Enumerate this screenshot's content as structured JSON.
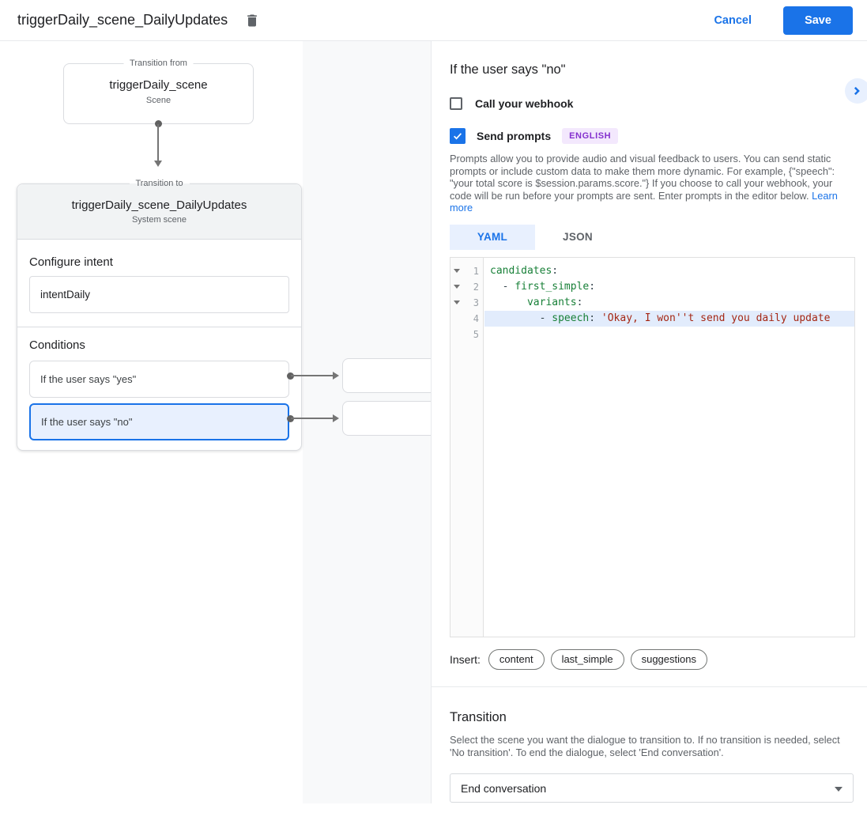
{
  "header": {
    "title": "triggerDaily_scene_DailyUpdates",
    "cancel_label": "Cancel",
    "save_label": "Save"
  },
  "canvas": {
    "from_card": {
      "legend": "Transition from",
      "title": "triggerDaily_scene",
      "subtitle": "Scene"
    },
    "to_card": {
      "legend": "Transition to",
      "title": "triggerDaily_scene_DailyUpdates",
      "subtitle": "System scene",
      "configure_intent_label": "Configure intent",
      "intent_value": "intentDaily",
      "conditions_label": "Conditions",
      "conditions": [
        {
          "label": "If the user says \"yes\"",
          "selected": false
        },
        {
          "label": "If the user says \"no\"",
          "selected": true
        }
      ]
    }
  },
  "panel": {
    "title": "If the user says \"no\"",
    "webhook_label": "Call your webhook",
    "send_prompts_label": "Send prompts",
    "language_badge": "ENGLISH",
    "description": "Prompts allow you to provide audio and visual feedback to users. You can send static prompts or include custom data to make them more dynamic. For example, {\"speech\": \"your total score is $session.params.score.\"} If you choose to call your webhook, your code will be run before your prompts are sent. Enter prompts in the editor below. ",
    "learn_more_label": "Learn more",
    "tabs": [
      {
        "label": "YAML",
        "active": true
      },
      {
        "label": "JSON",
        "active": false
      }
    ],
    "editor": {
      "lines": [
        {
          "num": "1",
          "fold": true,
          "segments": [
            {
              "t": "candidates",
              "c": "key"
            },
            {
              "t": ":",
              "c": "plain"
            }
          ]
        },
        {
          "num": "2",
          "fold": true,
          "segments": [
            {
              "t": "  - ",
              "c": "plain"
            },
            {
              "t": "first_simple",
              "c": "key"
            },
            {
              "t": ":",
              "c": "plain"
            }
          ]
        },
        {
          "num": "3",
          "fold": true,
          "segments": [
            {
              "t": "      ",
              "c": "plain"
            },
            {
              "t": "variants",
              "c": "key"
            },
            {
              "t": ":",
              "c": "plain"
            }
          ]
        },
        {
          "num": "4",
          "fold": false,
          "highlighted": true,
          "segments": [
            {
              "t": "        - ",
              "c": "plain"
            },
            {
              "t": "speech",
              "c": "key"
            },
            {
              "t": ": ",
              "c": "plain"
            },
            {
              "t": "'Okay, I won''t send you daily update",
              "c": "string"
            }
          ]
        },
        {
          "num": "5",
          "fold": false,
          "segments": []
        }
      ]
    },
    "insert_label": "Insert:",
    "insert_chips": [
      "content",
      "last_simple",
      "suggestions"
    ],
    "transition": {
      "title": "Transition",
      "description": "Select the scene you want the dialogue to transition to. If no transition is needed, select 'No transition'. To end the dialogue, select 'End conversation'.",
      "selected_value": "End conversation"
    }
  },
  "colors": {
    "accent": "#1a73e8",
    "selected_bg": "#e8f0fe",
    "badge_text": "#8430ce",
    "badge_bg": "#f3e8fd",
    "code_key": "#188038",
    "code_string": "#a52714"
  }
}
